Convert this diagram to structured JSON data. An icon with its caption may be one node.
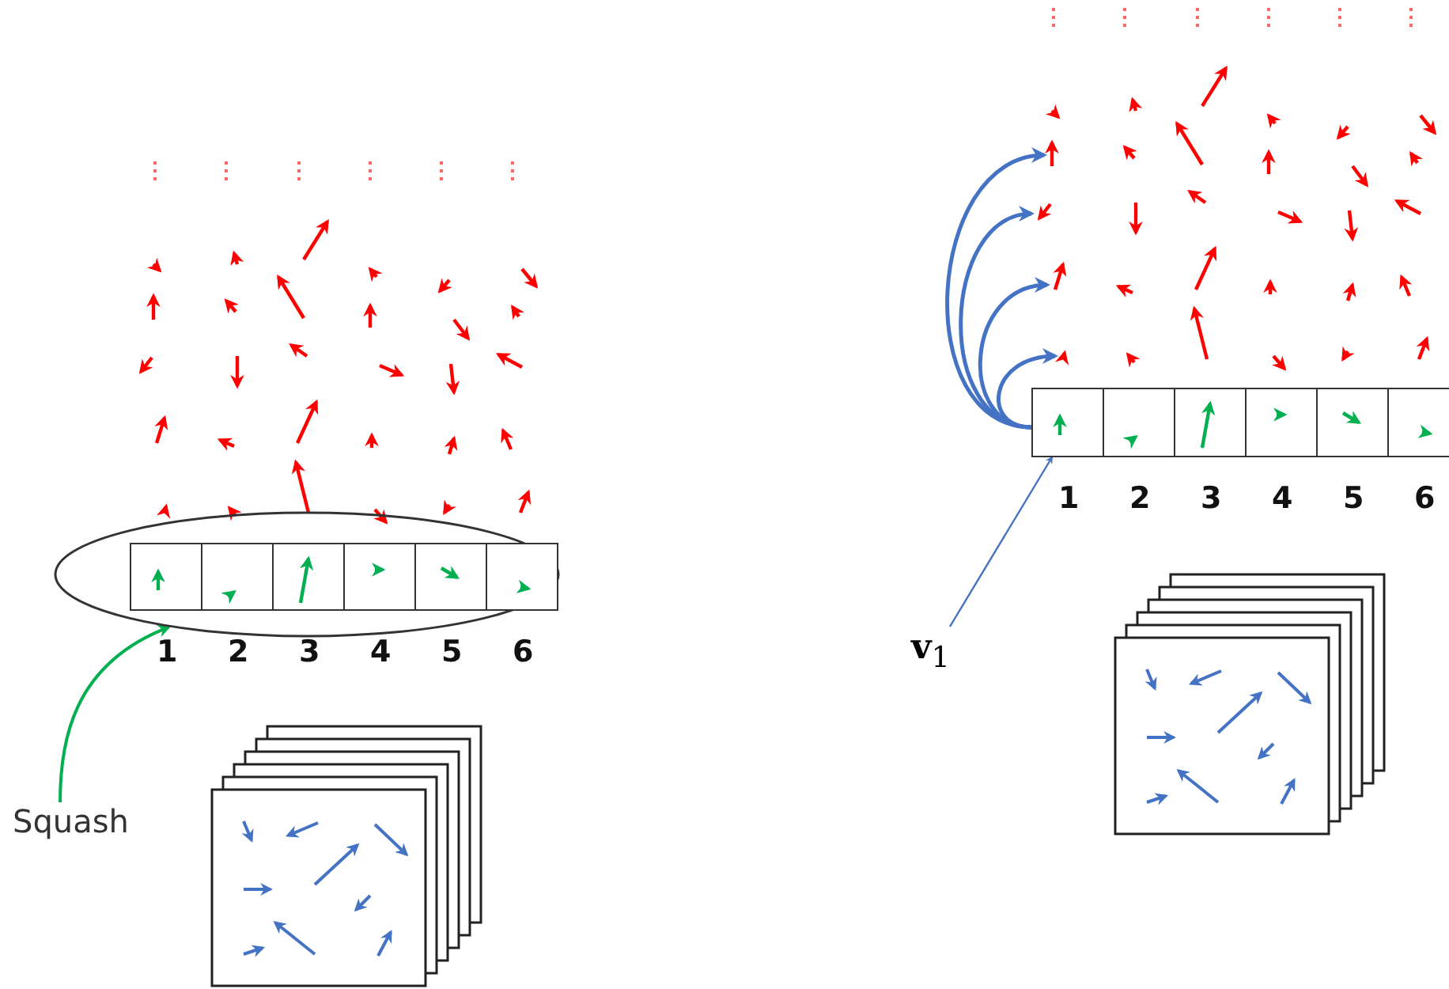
{
  "diagram": {
    "nodes": [
      {
        "text": [
          "Squash"
        ]
      },
      {
        "text": [],
        "shape": "ellipse"
      },
      {
        "text": [],
        "shape": "box",
        "in": 1,
        "beside": [
          "1"
        ]
      },
      {
        "text": [],
        "shape": "box",
        "in": 1,
        "beside": [
          "2"
        ]
      },
      {
        "text": [],
        "shape": "box",
        "in": 1,
        "beside": [
          "3"
        ]
      },
      {
        "text": [],
        "shape": "box",
        "in": 1,
        "beside": [
          "4"
        ]
      },
      {
        "text": [],
        "shape": "box",
        "in": 1,
        "beside": [
          "5"
        ]
      },
      {
        "text": [],
        "shape": "box",
        "in": 1,
        "beside": [
          "6"
        ]
      },
      {
        "text": [
          "**v**$_{1}$"
        ]
      },
      {
        "text": [],
        "shape": "box",
        "beside": [
          "1"
        ]
      },
      {
        "text": [],
        "shape": "box",
        "beside": [
          "2"
        ]
      },
      {
        "text": [],
        "shape": "box",
        "beside": [
          "3"
        ]
      },
      {
        "text": [],
        "shape": "box",
        "beside": [
          "4"
        ]
      },
      {
        "text": [],
        "shape": "box",
        "beside": [
          "5"
        ]
      },
      {
        "text": [],
        "shape": "box",
        "beside": [
          "6"
        ]
      },
      {
        "text": [],
        "shape": "arrow"
      },
      {
        "text": [],
        "shape": "arrow"
      },
      {
        "text": [],
        "shape": "arrow"
      },
      {
        "text": [],
        "shape": "arrow"
      }
    ],
    "edges": [
      {
        "from": 0,
        "to": 1,
        "arrow": "to",
        "color": "#00b050"
      },
      {
        "from": 8,
        "to": 9,
        "arrow": "to"
      },
      {
        "from": 9,
        "to": 15,
        "arrow": "to"
      },
      {
        "from": 9,
        "to": 16,
        "arrow": "to"
      },
      {
        "from": 9,
        "to": 17,
        "arrow": "to"
      },
      {
        "from": 9,
        "to": 18,
        "arrow": "to"
      }
    ]
  }
}
